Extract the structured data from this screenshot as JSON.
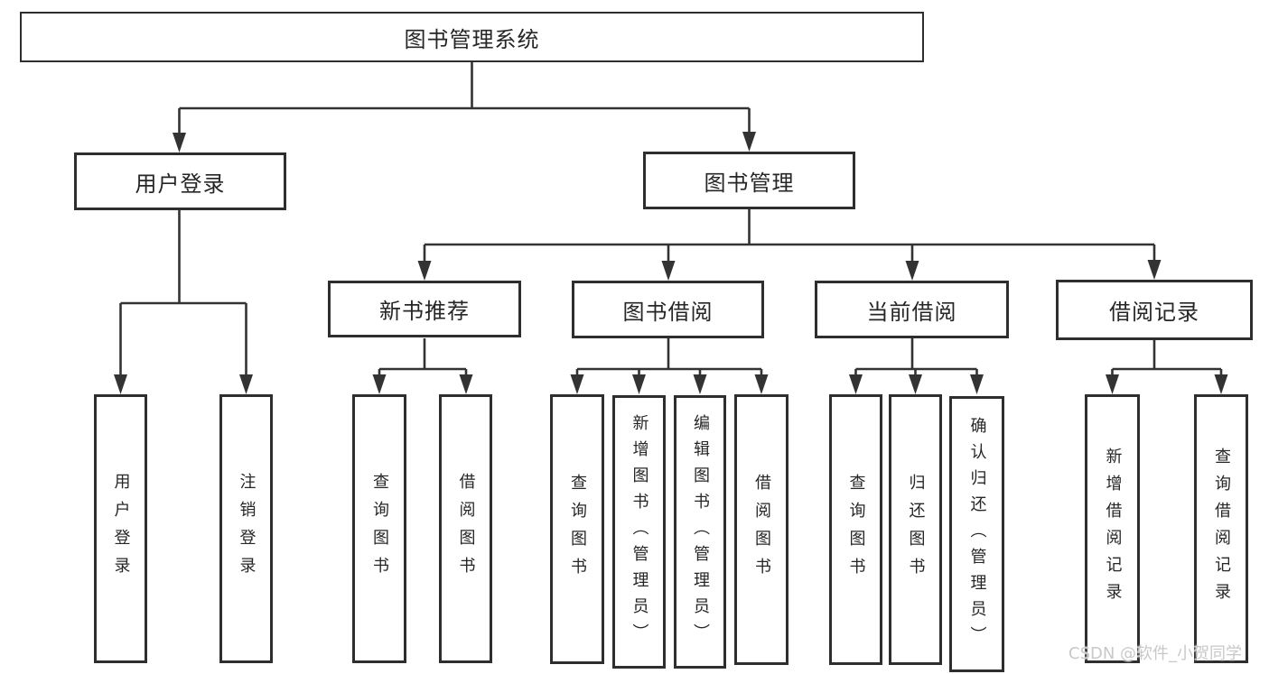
{
  "tree": {
    "root": {
      "label": "图书管理系统",
      "children": [
        {
          "label": "用户登录",
          "children": [
            {
              "label": "用户登录"
            },
            {
              "label": "注销登录"
            }
          ]
        },
        {
          "label": "图书管理",
          "children": [
            {
              "label": "新书推荐",
              "children": [
                {
                  "label": "查询图书"
                },
                {
                  "label": "借阅图书"
                }
              ]
            },
            {
              "label": "图书借阅",
              "children": [
                {
                  "label": "查询图书"
                },
                {
                  "label": "新增图书（管理员）"
                },
                {
                  "label": "编辑图书（管理员）"
                },
                {
                  "label": "借阅图书"
                }
              ]
            },
            {
              "label": "当前借阅",
              "children": [
                {
                  "label": "查询图书"
                },
                {
                  "label": "归还图书"
                },
                {
                  "label": "确认归还（管理员）"
                }
              ]
            },
            {
              "label": "借阅记录",
              "children": [
                {
                  "label": "新增借阅记录"
                },
                {
                  "label": "查询借阅记录"
                }
              ]
            }
          ]
        }
      ]
    }
  },
  "watermark": {
    "text": "CSDN @软件_小贺同学"
  },
  "colors": {
    "line": "#333333",
    "border": "#2e2e2e",
    "text": "#262626",
    "background": "#ffffff",
    "watermark": "#c8c8c8"
  }
}
